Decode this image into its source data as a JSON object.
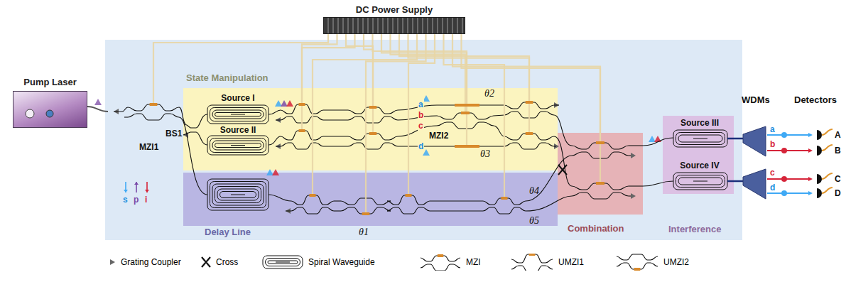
{
  "diagram": {
    "nodes": [
      {
        "text": [
          "DC Power Supply"
        ]
      },
      {
        "text": [
          "Pump Laser"
        ]
      },
      {
        "text": [
          "State Manipulation"
        ]
      },
      {
        "text": [
          "Source I"
        ],
        "in": 2
      },
      {
        "text": [
          "Source II"
        ],
        "in": 2
      },
      {
        "text": [
          "Delay Line"
        ]
      },
      {
        "text": [
          "Combination"
        ]
      },
      {
        "text": [
          "Interference"
        ]
      },
      {
        "text": [
          "Source III"
        ],
        "in": 7
      },
      {
        "text": [
          "Source IV"
        ],
        "in": 7
      }
    ],
    "edges": [
      {
        "from": 6,
        "to": 8,
        "arrow": "none"
      },
      {
        "from": 6,
        "to": 9,
        "arrow": "none"
      }
    ],
    "labels": [
      "MZI1",
      "BS1",
      "MZI2",
      "θ2",
      "θ3",
      "θ1",
      "θ4",
      "θ5",
      "a",
      "b",
      "c",
      "d",
      "s",
      "p",
      "i",
      "WDMs",
      "a",
      "b",
      "c",
      "d",
      "Detectors",
      "A",
      "B",
      "C",
      "D"
    ],
    "legend": [
      {
        "text": "Grating Coupler"
      },
      {
        "text": "Cross"
      },
      {
        "text": "Spiral Waveguide"
      },
      {
        "text": "MZI"
      },
      {
        "text": "UMZI1"
      },
      {
        "text": "UMZI2"
      }
    ]
  }
}
